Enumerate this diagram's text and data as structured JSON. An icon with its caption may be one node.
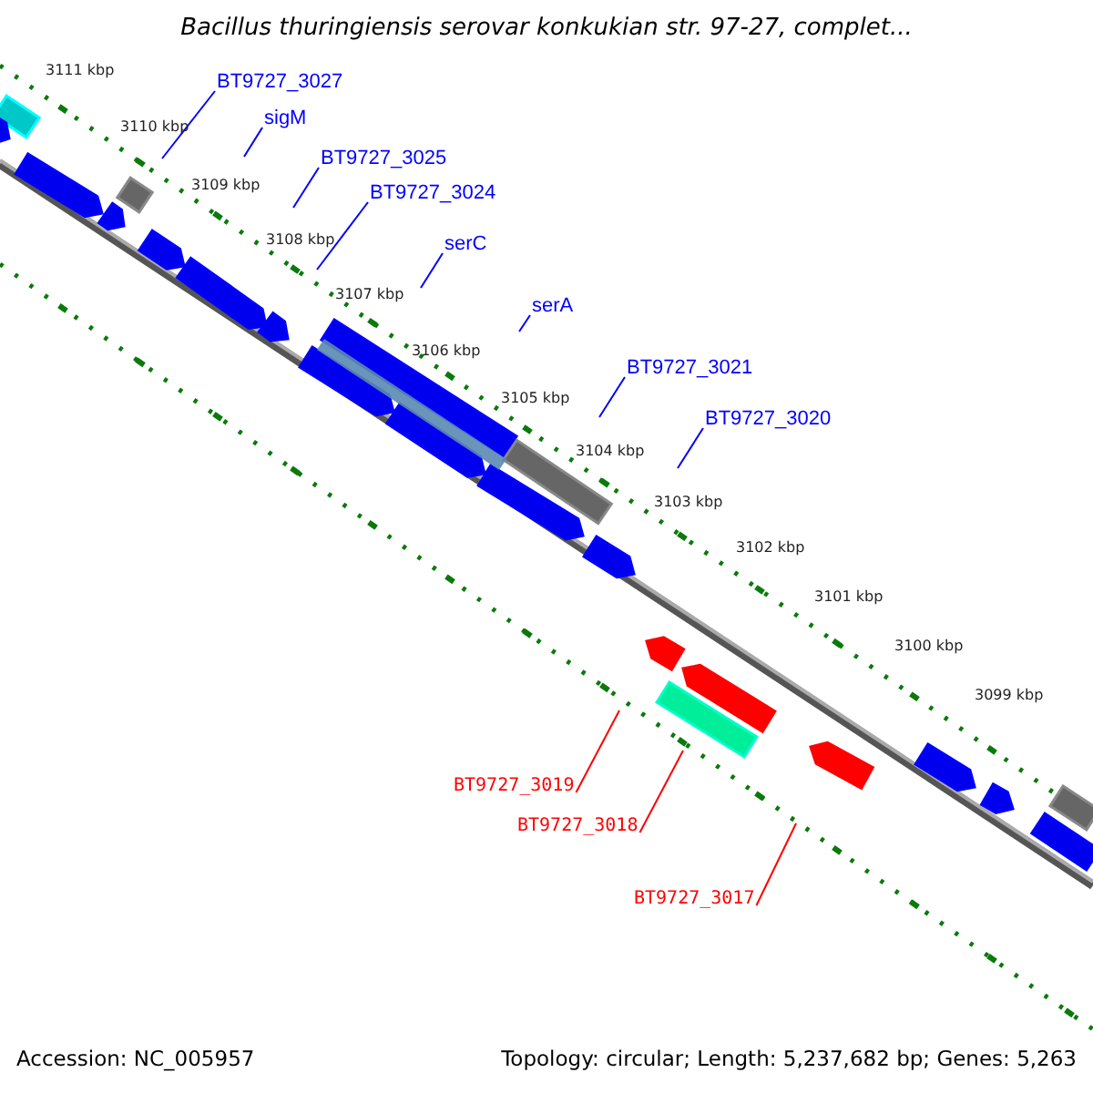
{
  "diagram": {
    "title": "Bacillus thuringiensis serovar konkukian str. 97-27, complet...",
    "nodes": [
      {
        "text": [
          "BT9727_3027"
        ]
      },
      {
        "text": [
          "sigM"
        ]
      },
      {
        "text": [
          "BT9727_3025"
        ]
      },
      {
        "text": [
          "BT9727_3024"
        ]
      },
      {
        "text": [
          "serC"
        ]
      },
      {
        "text": [
          "serA"
        ]
      },
      {
        "text": [
          "BT9727_3021"
        ]
      },
      {
        "text": [
          "BT9727_3020"
        ]
      },
      {
        "text": [
          "BT9727_3019"
        ]
      },
      {
        "text": [
          "BT9727_3018"
        ]
      },
      {
        "text": [
          "BT9727_3017"
        ]
      }
    ],
    "edges": [
      {
        "from": 0,
        "to": null,
        "arrow": "none"
      },
      {
        "from": 1,
        "to": null,
        "arrow": "none"
      },
      {
        "from": 2,
        "to": null,
        "arrow": "none"
      },
      {
        "from": 3,
        "to": null,
        "arrow": "none"
      },
      {
        "from": 4,
        "to": null,
        "arrow": "none"
      },
      {
        "from": 5,
        "to": null,
        "arrow": "none"
      },
      {
        "from": 6,
        "to": null,
        "arrow": "none"
      },
      {
        "from": 7,
        "to": null,
        "arrow": "none"
      },
      {
        "from": 8,
        "to": null,
        "arrow": "none",
        "color": "#ff0000"
      },
      {
        "from": 9,
        "to": null,
        "arrow": "none",
        "color": "#ff0000"
      },
      {
        "from": 10,
        "to": null,
        "arrow": "none",
        "color": "#ff0000"
      }
    ],
    "labels": [
      "3111 kbp",
      "3110 kbp",
      "3109 kbp",
      "3108 kbp",
      "3107 kbp",
      "3106 kbp",
      "3105 kbp",
      "3104 kbp",
      "3103 kbp",
      "3102 kbp",
      "3101 kbp",
      "3100 kbp",
      "3099 kbp",
      "Accession: NC_005957",
      "Topology: circular; Length: 5,237,682 bp; Genes: 5,263"
    ]
  }
}
